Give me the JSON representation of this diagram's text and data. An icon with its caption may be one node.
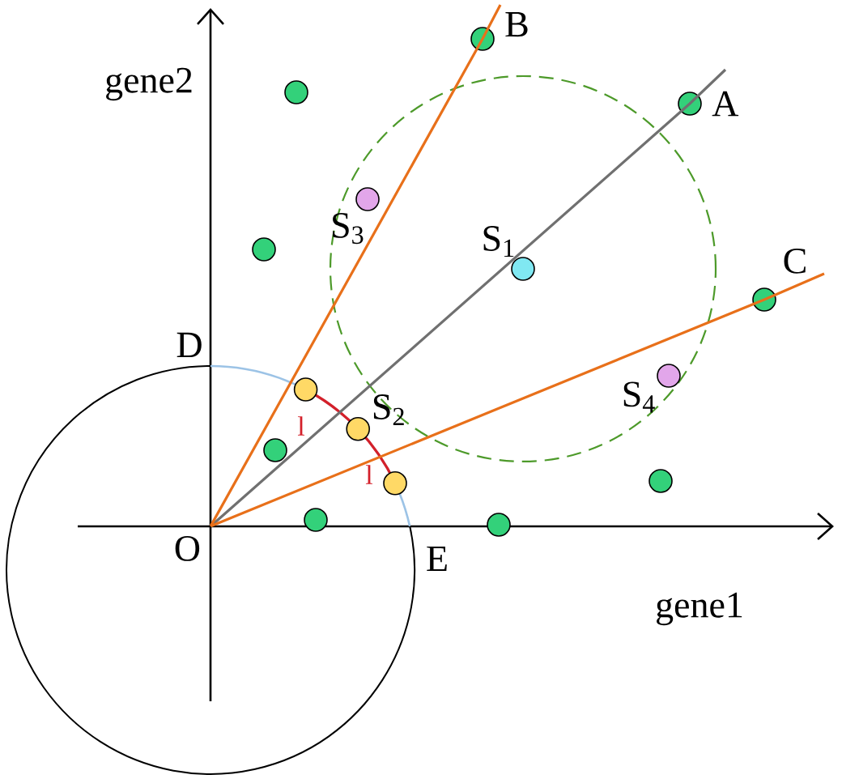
{
  "diagram": {
    "nodes": [
      {
        "text": [
          "O"
        ]
      },
      {
        "text": [
          "B"
        ]
      },
      {
        "text": [
          "A"
        ]
      },
      {
        "text": [
          "S$_{3}$"
        ]
      },
      {
        "text": [
          "S$_{1}$"
        ]
      },
      {
        "text": [
          "C"
        ]
      },
      {
        "text": [
          "S$_{2}$"
        ]
      },
      {
        "text": [
          "S$_{4}$"
        ]
      },
      {
        "text": [],
        "shape": "circle"
      },
      {
        "text": [],
        "shape": "circle"
      },
      {
        "text": [],
        "shape": "circle"
      },
      {
        "text": [],
        "shape": "circle"
      },
      {
        "text": [],
        "shape": "circle"
      },
      {
        "text": [],
        "shape": "circle"
      },
      {
        "text": [],
        "shape": "circle"
      },
      {
        "text": [],
        "shape": "circle"
      }
    ],
    "edges": [
      {
        "from": 0,
        "to": 2,
        "arrow": "none",
        "color": "#707070"
      },
      {
        "from": 0,
        "to": 1,
        "arrow": "none"
      },
      {
        "from": 0,
        "to": 5,
        "arrow": "none"
      }
    ],
    "labels": [
      "gene2",
      "D",
      "l",
      "l",
      "E",
      "gene1"
    ]
  }
}
